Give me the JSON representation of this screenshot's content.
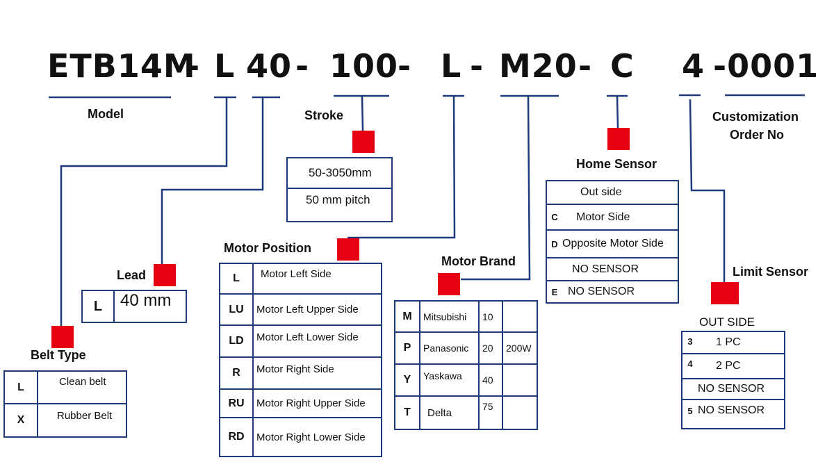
{
  "code_parts": {
    "model": "ETB14M",
    "dash1": "-",
    "belt": "L",
    "lead": "40",
    "dash2": "-",
    "stroke": "100",
    "dash3": "-",
    "motor_position": "L",
    "dash4": "-",
    "motor_brand": "M20",
    "dash5": "-",
    "home_sensor": "C",
    "limit_sensor": "4",
    "order": "-0001"
  },
  "labels": {
    "model": "Model",
    "stroke": "Stroke",
    "customization_line1": "Customization",
    "customization_line2": "Order No",
    "home_sensor": "Home Sensor",
    "motor_position": "Motor Position",
    "motor_brand": "Motor Brand",
    "lead": "Lead",
    "belt_type": "Belt Type",
    "limit_sensor": "Limit Sensor"
  },
  "colors": {
    "line": "#1f3a7a",
    "marker": "#e60012"
  },
  "stroke_table": [
    "50-3050mm",
    "50 mm pitch"
  ],
  "lead_table": {
    "code": "L",
    "value": "40 mm"
  },
  "belt_table": [
    {
      "code": "L",
      "desc": "Clean belt"
    },
    {
      "code": "X",
      "desc": "Rubber Belt"
    }
  ],
  "motor_position_table": [
    {
      "code": "L",
      "desc": "Motor Left Side"
    },
    {
      "code": "LU",
      "desc": "Motor Left Upper Side"
    },
    {
      "code": "LD",
      "desc": "Motor Left Lower Side"
    },
    {
      "code": "R",
      "desc": "Motor Right Side"
    },
    {
      "code": "RU",
      "desc": "Motor Right Upper Side"
    },
    {
      "code": "RD",
      "desc": "Motor Right Lower Side"
    }
  ],
  "motor_brand_table": [
    {
      "code": "M",
      "brand": "Mitsubishi",
      "size": "10",
      "power": ""
    },
    {
      "code": "P",
      "brand": "Panasonic",
      "size": "20",
      "power": "200W"
    },
    {
      "code": "Y",
      "brand": "Yaskawa",
      "size": "40",
      "power": ""
    },
    {
      "code": "T",
      "brand": "Delta",
      "size": "75",
      "power": ""
    }
  ],
  "home_sensor_table": [
    {
      "code": "",
      "desc": "Out side"
    },
    {
      "code": "C",
      "desc": "Motor Side"
    },
    {
      "code": "D",
      "desc": "Opposite Motor Side"
    },
    {
      "code": "",
      "desc": "NO SENSOR"
    },
    {
      "code": "E",
      "desc": "NO SENSOR"
    }
  ],
  "limit_sensor": {
    "header": "OUT SIDE",
    "rows": [
      {
        "code": "3",
        "desc": "1 PC"
      },
      {
        "code": "4",
        "desc": "2 PC"
      },
      {
        "code": "",
        "desc": "NO SENSOR"
      },
      {
        "code": "5",
        "desc": "NO SENSOR"
      }
    ]
  }
}
